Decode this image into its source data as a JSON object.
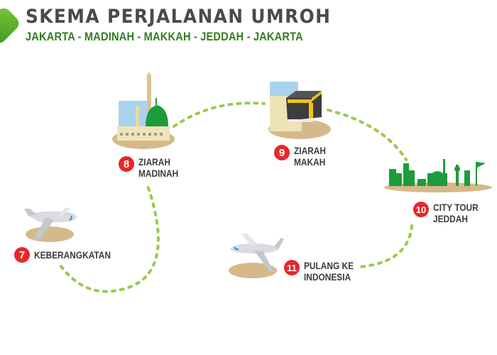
{
  "header": {
    "title": "SKEMA PERJALANAN UMROH",
    "subtitle": "JAKARTA - MADINAH - MAKKAH - JEDDAH  - JAKARTA"
  },
  "colors": {
    "title": "#4a4a4a",
    "subtitle": "#2f7d1c",
    "badge": "#e8262b",
    "path": "#9bc94a",
    "ground": "#d6b98a",
    "skyline": "#1e9b3c"
  },
  "steps": [
    {
      "number": "7",
      "line1": "KEBERANGKATAN",
      "line2": "",
      "icon": "airplane-departure-icon"
    },
    {
      "number": "8",
      "line1": "ZIARAH",
      "line2": "MADINAH",
      "icon": "nabawi-mosque-icon"
    },
    {
      "number": "9",
      "line1": "ZIARAH",
      "line2": "MAKAH",
      "icon": "kaaba-icon"
    },
    {
      "number": "10",
      "line1": "CITY TOUR",
      "line2": "JEDDAH",
      "icon": "jeddah-skyline-icon"
    },
    {
      "number": "11",
      "line1": "PULANG KE",
      "line2": "INDONESIA",
      "icon": "airplane-return-icon"
    }
  ]
}
